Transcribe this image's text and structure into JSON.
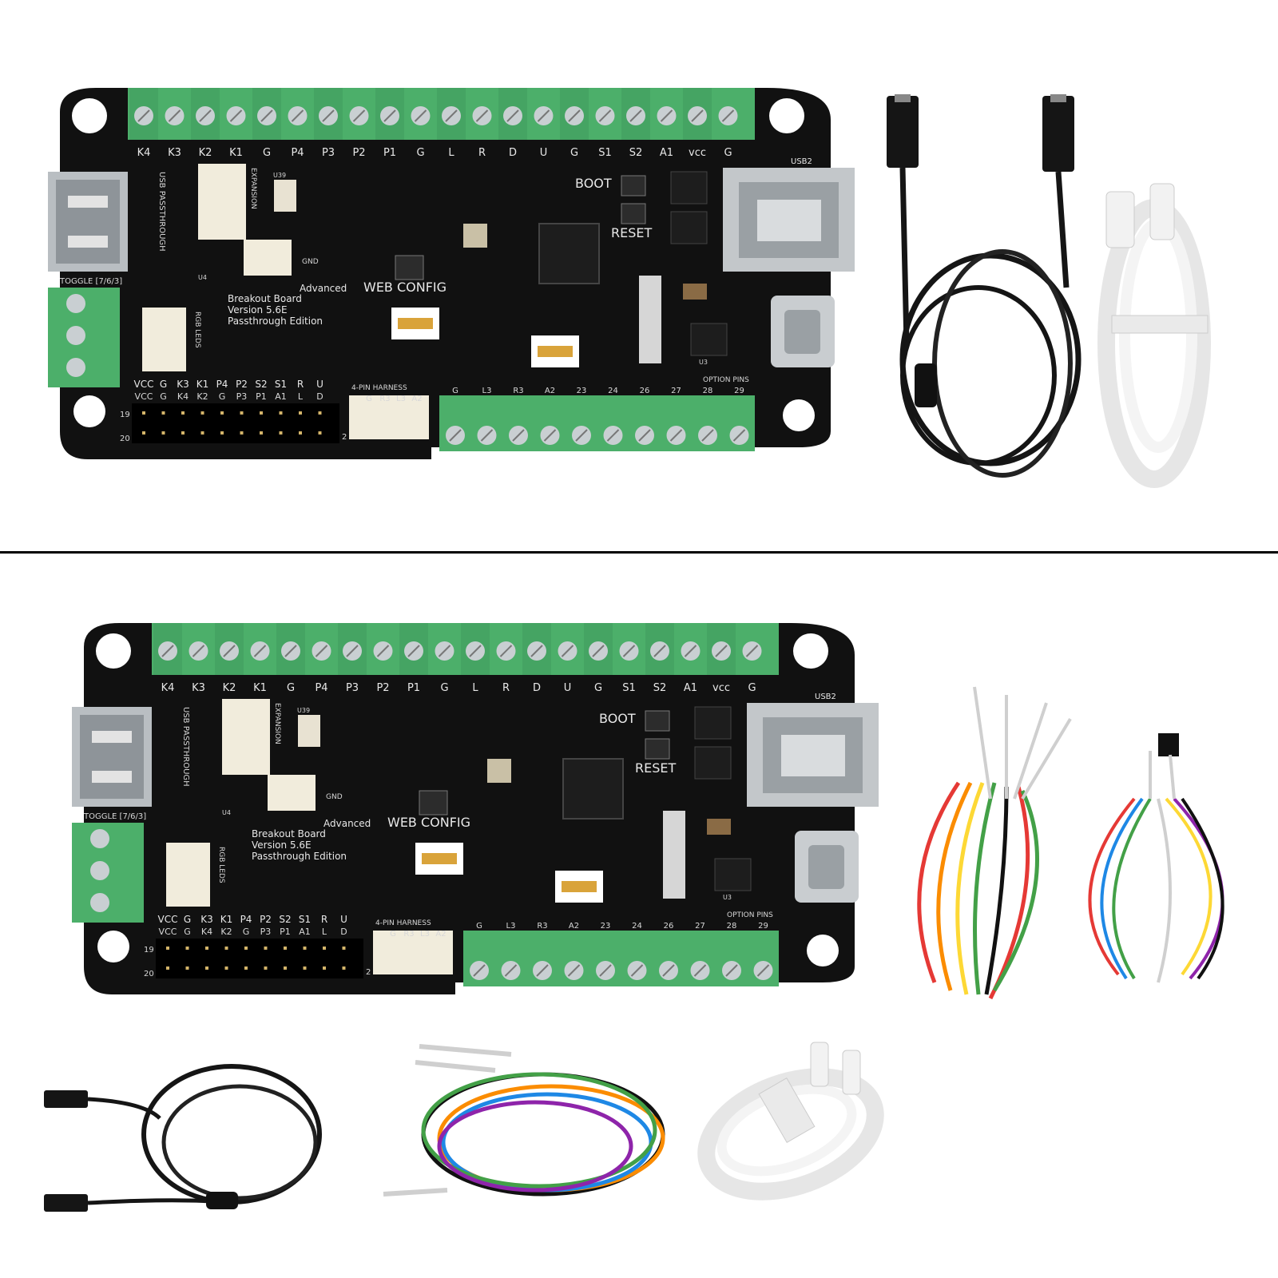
{
  "colors": {
    "pcb": "#111111",
    "terminal": "#4caf6a",
    "terminal_dark": "#2f7a45",
    "screw": "#c9cfd2",
    "silk": "#e8e8e8",
    "usb_metal": "#b9bec2",
    "cable_black": "#151515",
    "cable_white": "#f2f2f2"
  },
  "board": {
    "top_labels": [
      "K4",
      "K3",
      "K2",
      "K1",
      "G",
      "P4",
      "P3",
      "P2",
      "P1",
      "G",
      "L",
      "R",
      "D",
      "U",
      "G",
      "S1",
      "S2",
      "A1",
      "vcc",
      "G"
    ],
    "usb2_label": "USB2",
    "boot_label": "BOOT",
    "reset_label": "RESET",
    "web_config_label": "WEB CONFIG",
    "title_lines": [
      "Advanced",
      "Breakout Board",
      "Version 5.6E",
      "Passthrough Edition"
    ],
    "toggle_label": "TOGGLE [7/6/3]",
    "usb_passthrough_label": "USB PASSTHROUGH",
    "expansion_label": "EXPANSION",
    "gnd_label": "GND",
    "rgb_leds_label": "RGB LEDS",
    "harness_label": "4-PIN HARNESS",
    "harness_pins": [
      "G",
      "R3",
      "L3",
      "A2"
    ],
    "header_row1": [
      "VCC",
      "G",
      "K3",
      "K1",
      "P4",
      "P2",
      "S2",
      "S1",
      "R",
      "U"
    ],
    "header_row2": [
      "VCC",
      "G",
      "K4",
      "K2",
      "G",
      "P3",
      "P1",
      "A1",
      "L",
      "D"
    ],
    "header_num_top": "19",
    "header_num_bottom": "20",
    "harness_num": "2",
    "bottom_labels": [
      "G",
      "L3",
      "R3",
      "A2",
      "23",
      "24",
      "26",
      "27",
      "28",
      "29"
    ],
    "option_pins_label": "OPTION PINS",
    "u39_label": "U39",
    "u4_label": "U4",
    "u3_label": "U3"
  }
}
